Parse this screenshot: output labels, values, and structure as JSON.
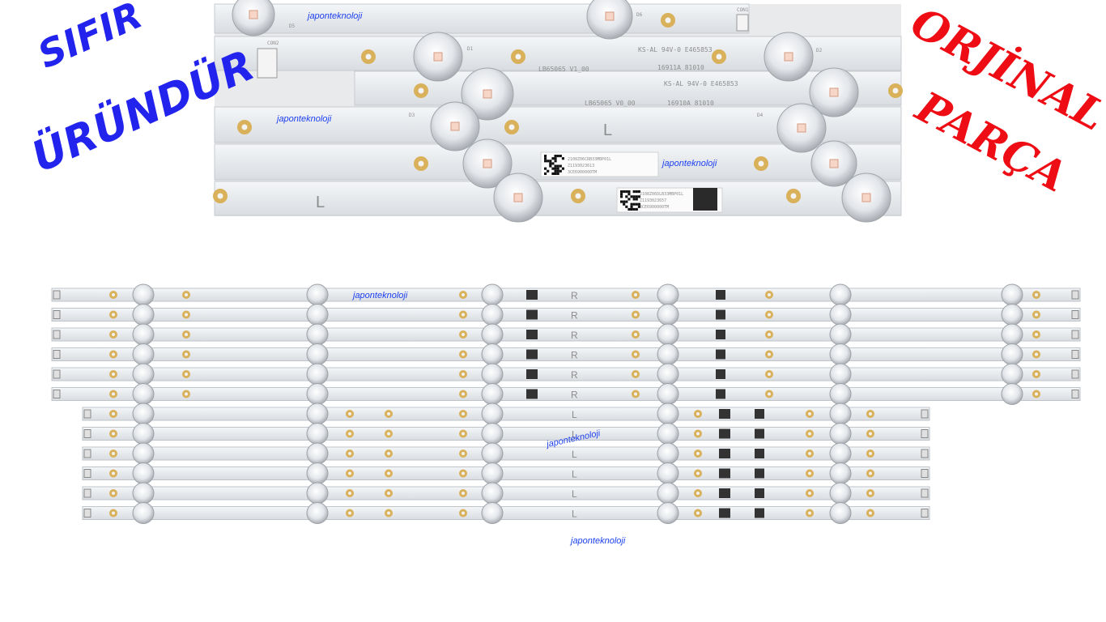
{
  "banners": {
    "left": {
      "line1": "SIFIR",
      "line2": "ÜRÜNDÜR",
      "color": "#2323ee"
    },
    "right": {
      "line1": "ORJİNAL",
      "line2": "PARÇA",
      "color": "#ee0d14"
    }
  },
  "watermark": "japonteknoloji",
  "closeup": {
    "connectors": [
      "CON1",
      "CON2"
    ],
    "model_strip_a": "LB65065 V1_00",
    "model_strip_b": "LB65065 V0_00",
    "cert_a": "KS-AL 94V-0 E465853",
    "cert_b": "KS-AL 94V-0 E465853",
    "date_a": "16911A 81010",
    "date_b": "16910A 81010",
    "side_left": "L",
    "side_right": "R",
    "led_labels": [
      "D5",
      "D6",
      "D1",
      "D2",
      "D3",
      "D4"
    ],
    "barcode_a": [
      "2108Z06CRB33MBP01L",
      "Z1193023613",
      "3CE6900000TM"
    ],
    "barcode_b": [
      "2108Z06DLB33MBP01L",
      "Z1193023657",
      "3CE6900000TM"
    ]
  },
  "strips": {
    "r_count": 6,
    "l_count": 6,
    "r_label": "R",
    "l_label": "L"
  },
  "colors": {
    "pcb": "#e9ecef",
    "pad": "#d9b15a",
    "led": "#dde1e6"
  }
}
